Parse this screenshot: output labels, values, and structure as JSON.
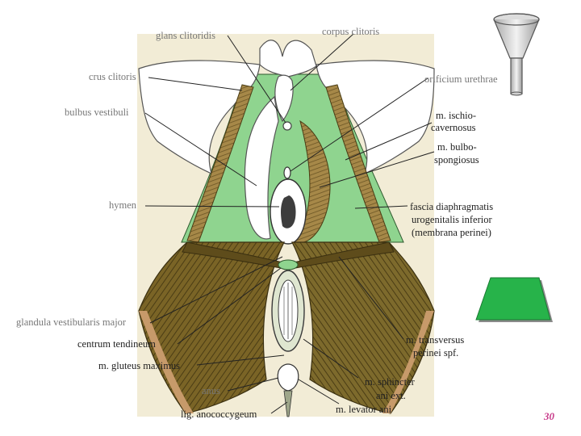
{
  "diagram": {
    "labels": {
      "glans_clitoridis": "glans clitoridis",
      "corpus_clitoris": "corpus clitoris",
      "crus_clitoris": "crus clitoris",
      "orificium_urethrae": "orificium urethrae",
      "bulbus_vestibuli": "bulbus vestibuli",
      "m_ischiocavernosus_1": "m. ischio-",
      "m_ischiocavernosus_2": "cavernosus",
      "m_bulbospongiosus_1": "m. bulbo-",
      "m_bulbospongiosus_2": "spongiosus",
      "hymen": "hymen",
      "fascia_1": "fascia diaphragmatis",
      "fascia_2": "urogenitalis inferior",
      "fascia_3": "(membrana perinei)",
      "glandula": "glandula vestibularis major",
      "centrum_tendineum": "centrum tendineum",
      "m_transversus_1": "m. transversus",
      "m_transversus_2": "perinei spf.",
      "m_gluteus": "m. gluteus maximus",
      "anus": "anus",
      "m_sphincter_1": "m. sphincter",
      "m_sphincter_2": "ani ext.",
      "lig_anococcygeum": "lig. anococcygeum",
      "m_levator_ani": "m. levator ani"
    },
    "colors": {
      "background_panel": "#f2ecd6",
      "membrane_green": "#8fd48f",
      "muscle_brown": "#7a6426",
      "muscle_dark": "#4a3c14",
      "bone_fill": "#ffffff",
      "accent_green": "#27b34a"
    }
  },
  "slide": {
    "page_number": "30"
  }
}
